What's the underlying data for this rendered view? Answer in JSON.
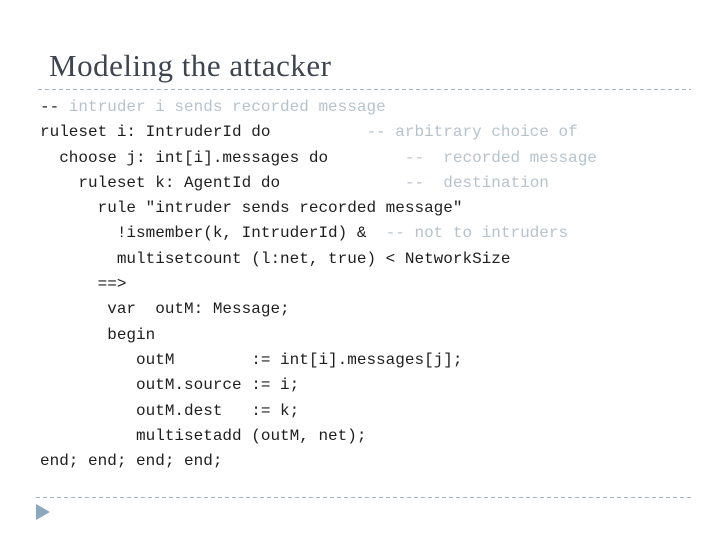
{
  "slide": {
    "title": "Modeling the attacker",
    "footer_icon": "right-triangle-icon",
    "colors": {
      "title": "#3e4550",
      "code": "#1e1e1e",
      "comment": "#b7c3cc",
      "rule": "#a8b2bb",
      "arrow": "#8ca6bd"
    }
  },
  "code": {
    "lines": [
      {
        "code": "-- ",
        "comment": "intruder i sends recorded message"
      },
      {
        "code": "ruleset i: IntruderId do",
        "comment": "          -- arbitrary choice of"
      },
      {
        "code": "  choose j: int[i].messages do",
        "comment": "        --  recorded message"
      },
      {
        "code": "    ruleset k: AgentId do",
        "comment": "             --  destination"
      },
      {
        "code": "      rule \"intruder sends recorded message\"",
        "comment": ""
      },
      {
        "code": "        !ismember(k, IntruderId) &",
        "comment": "  -- not to intruders"
      },
      {
        "code": "        multisetcount (l:net, true) < NetworkSize",
        "comment": ""
      },
      {
        "code": "      ==>",
        "comment": ""
      },
      {
        "code": "       var  outM: Message;",
        "comment": ""
      },
      {
        "code": "       begin",
        "comment": ""
      },
      {
        "code": "          outM        := int[i].messages[j];",
        "comment": ""
      },
      {
        "code": "          outM.source := i;",
        "comment": ""
      },
      {
        "code": "          outM.dest   := k;",
        "comment": ""
      },
      {
        "code": "          multisetadd (outM, net);",
        "comment": ""
      },
      {
        "code": "end; end; end; end;",
        "comment": ""
      }
    ]
  }
}
